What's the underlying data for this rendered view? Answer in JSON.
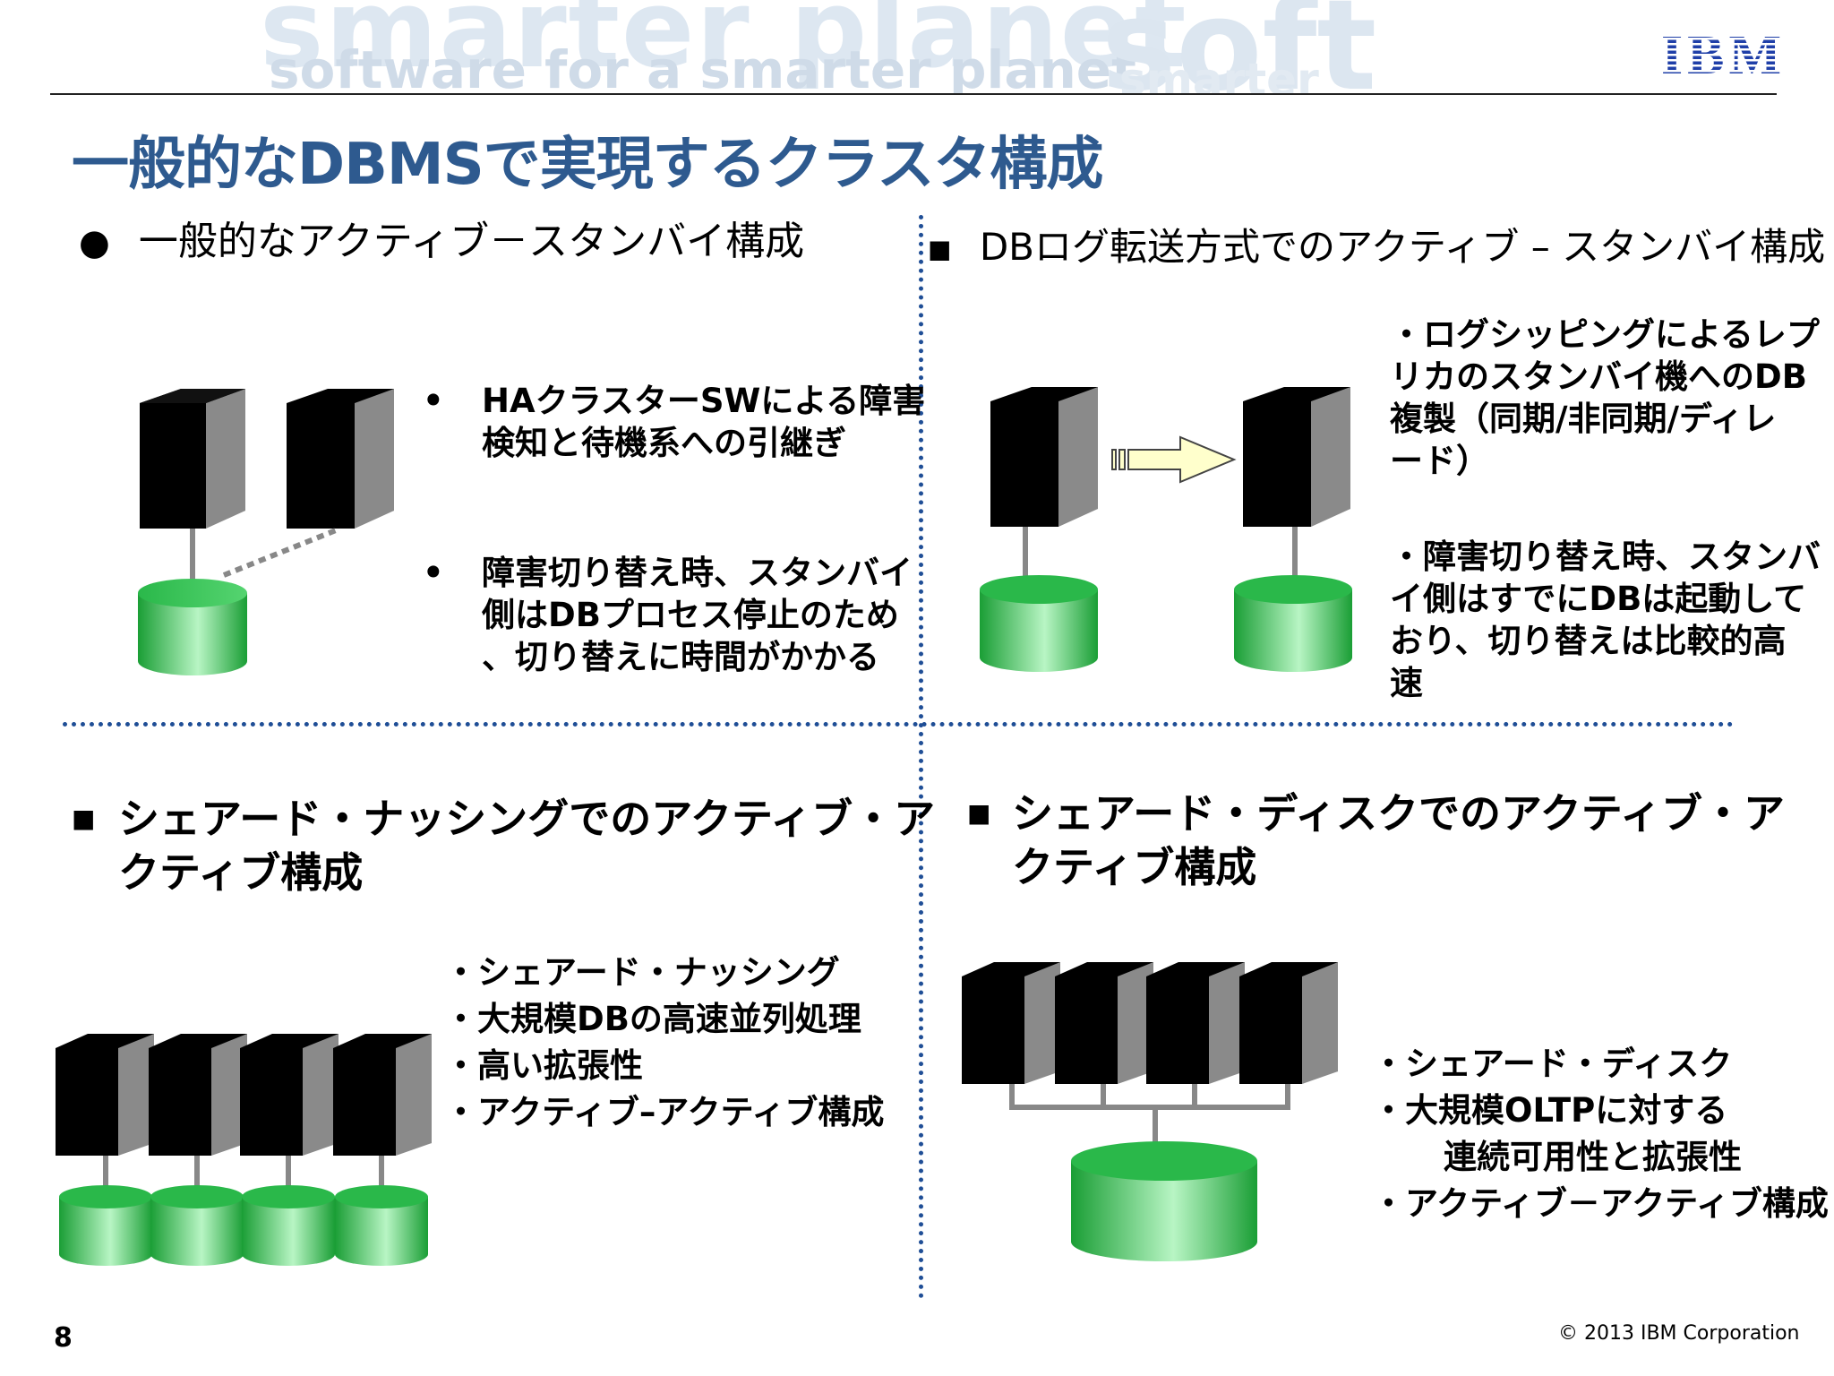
{
  "banner": {
    "watermark_main": "smarter planet",
    "watermark_sub": "software for a smarter planet",
    "watermark_right": "soft",
    "watermark_right_sub": "smarter"
  },
  "logo": {
    "text": "IBM",
    "color": "#1f3fa8"
  },
  "title": "一般的なDBMSで実現するクラスタ構成",
  "q1": {
    "heading_bullet": "●",
    "heading": "一般的なアクティブ－スタンバイ構成",
    "items": [
      {
        "bullet": "•",
        "lines": [
          "HAクラスターSWによる障害",
          "検知と待機系への引継ぎ"
        ]
      },
      {
        "bullet": "•",
        "lines": [
          "障害切り替え時、スタンバイ",
          "側はDBプロセス停止のため",
          "、切り替えに時間がかかる"
        ]
      }
    ]
  },
  "q2": {
    "heading_bullet": "■",
    "heading": "DBログ転送方式でのアクティブ – スタンバイ構成",
    "items": [
      {
        "lines": [
          "・ログシッピングによるレプ",
          "リカのスタンバイ機へのDB",
          "複製（同期/非同期/ディレ",
          "ード）"
        ]
      },
      {
        "lines": [
          "・障害切り替え時、スタンバ",
          "イ側はすでにDBは起動して",
          "おり、切り替えは比較的高",
          "速"
        ]
      }
    ]
  },
  "q3": {
    "heading_bullet": "■",
    "heading_lines": [
      "シェアード・ナッシングでのアクティブ・ア",
      "クティブ構成"
    ],
    "items": [
      "・シェアード・ナッシング",
      "・大規模DBの高速並列処理",
      "・高い拡張性",
      "・アクティブ–アクティブ構成"
    ]
  },
  "q4": {
    "heading_bullet": "■",
    "heading_lines": [
      "シェアード・ディスクでのアクティブ・ア",
      "クティブ構成"
    ],
    "items": [
      "・シェアード・ディスク",
      "・大規模OLTPに対する",
      "連続可用性と拡張性",
      "・アクティブ－アクティブ構成"
    ]
  },
  "footer": {
    "page_number": "8",
    "copyright": "© 2013 IBM Corporation"
  },
  "colors": {
    "title": "#2e5a8f",
    "divider": "#1f4e96",
    "disk_green": "#1fa83a",
    "arrow_fill": "#ffffcc"
  },
  "icons": [
    "server-icon",
    "database-icon",
    "transfer-arrow-icon",
    "ibm-logo"
  ]
}
